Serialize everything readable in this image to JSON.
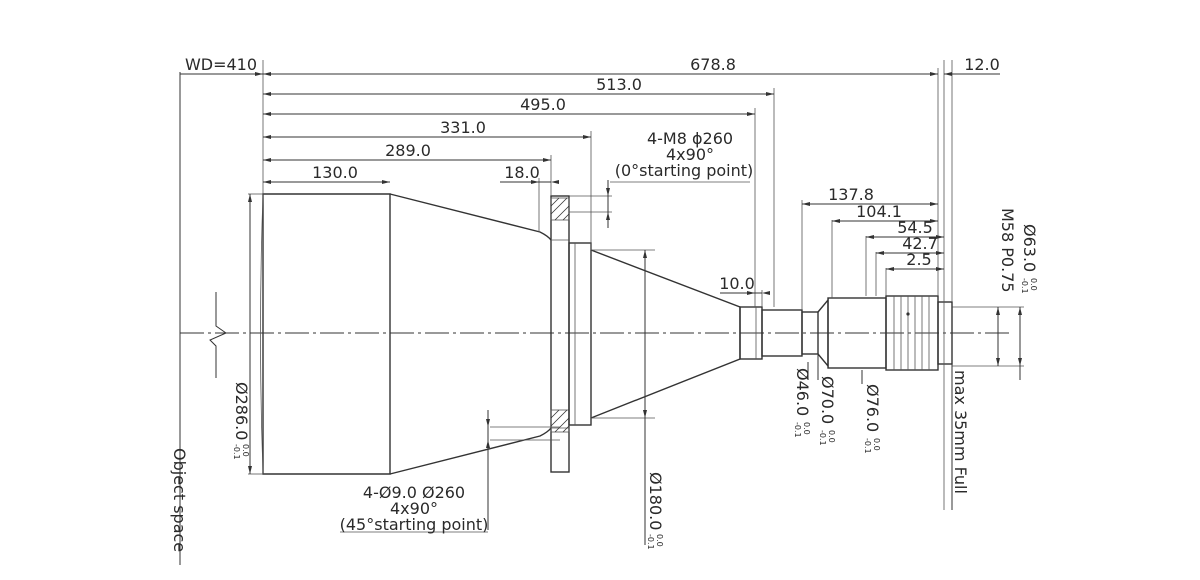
{
  "diagram": {
    "dimensions": {
      "wd": "WD=410",
      "overall": "678.8",
      "d513": "513.0",
      "d495": "495.0",
      "d331": "331.0",
      "d289": "289.0",
      "d130": "130.0",
      "d18": "18.0",
      "d12": "12.0",
      "d10": "10.0",
      "d137": "137.8",
      "d104": "104.1",
      "d54": "54.5",
      "d42": "42.7",
      "d2": "2.5"
    },
    "notes": {
      "m8_line1": "4-M8 ϕ260",
      "m8_line2": "4x90°",
      "m8_line3": "(0°starting point)",
      "hole_line1": "4-Ø9.0  Ø260",
      "hole_line2": "4x90°",
      "hole_line3": "(45°starting point)"
    },
    "diameters": {
      "d286": "Ø286.0",
      "d180": "Ø180.0",
      "d46": "Ø46.0",
      "d70": "Ø70.0",
      "d76": "Ø76.0",
      "d63": "Ø63.0",
      "tol_upper": "0.0",
      "tol_lower": "-0.1"
    },
    "thread": "M58 P0.75",
    "sensor": "max 35mm Full",
    "object_space": "Object space"
  }
}
